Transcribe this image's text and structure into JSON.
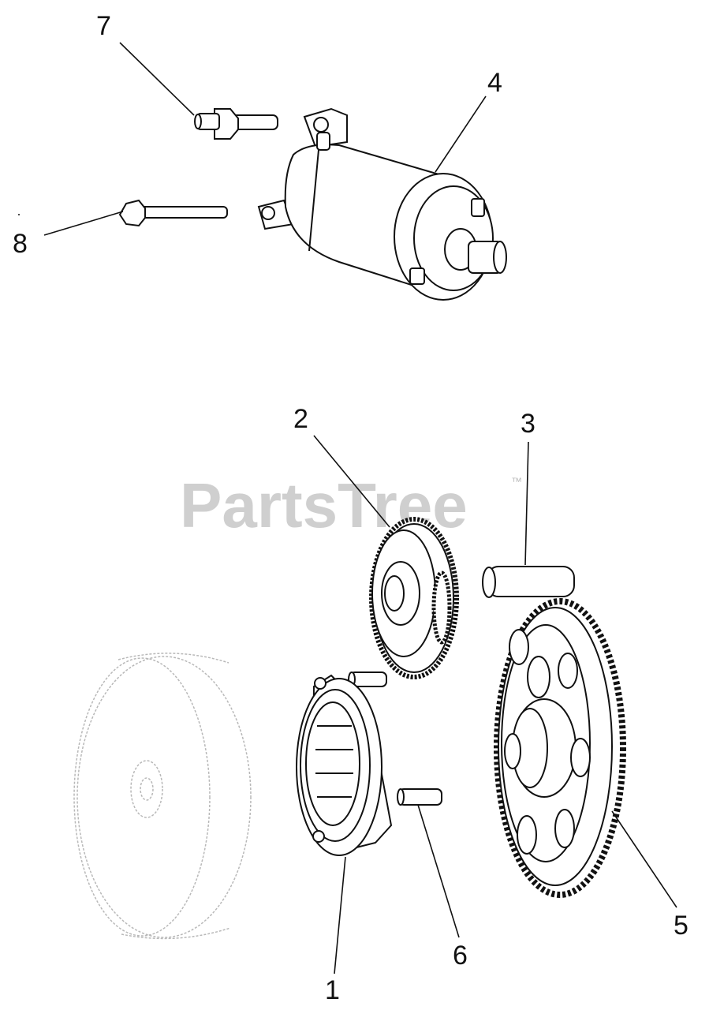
{
  "watermark": {
    "text": "PartsTree",
    "mark": "™",
    "color": "#c8c8c8"
  },
  "callouts": [
    "1",
    "2",
    "3",
    "4",
    "5",
    "6",
    "7",
    "8"
  ],
  "colors": {
    "line": "#111111",
    "ghost": "#b8b8b8"
  }
}
